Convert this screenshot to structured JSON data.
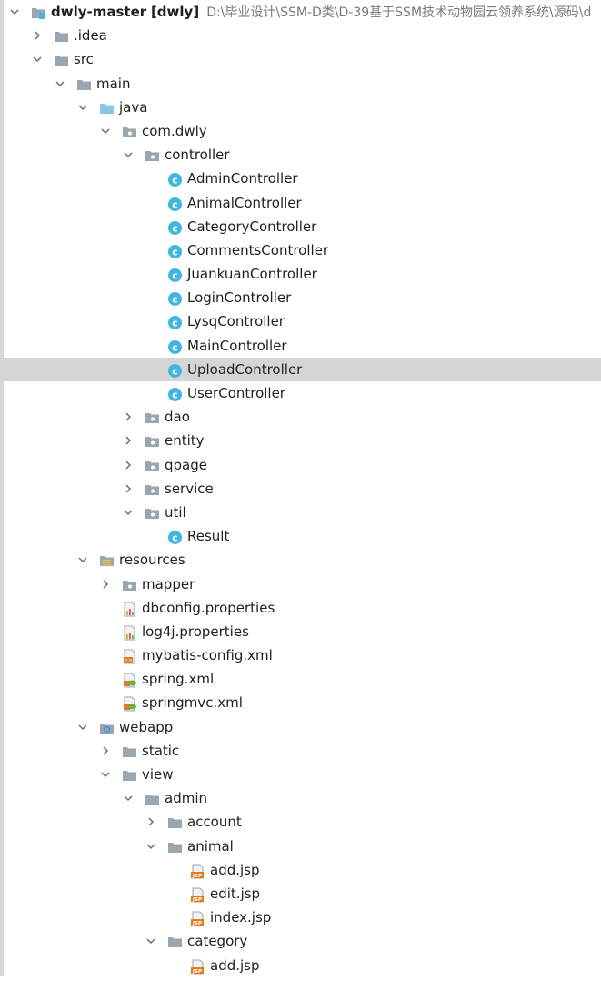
{
  "project": {
    "name": "dwly-master",
    "module_tag": "[dwly]",
    "path": "D:\\毕业设计\\SSM-D类\\D-39基于SSM技术动物园云领养系统\\源码\\d"
  },
  "tree": [
    {
      "depth": 0,
      "label": "dwly-master [dwly]",
      "icon": "module-folder-icon",
      "state": "open",
      "root": true
    },
    {
      "depth": 1,
      "label": ".idea",
      "icon": "folder-icon",
      "state": "closed"
    },
    {
      "depth": 1,
      "label": "src",
      "icon": "folder-icon",
      "state": "open"
    },
    {
      "depth": 2,
      "label": "main",
      "icon": "folder-icon",
      "state": "open"
    },
    {
      "depth": 3,
      "label": "java",
      "icon": "source-folder-icon",
      "state": "open"
    },
    {
      "depth": 4,
      "label": "com.dwly",
      "icon": "package-icon",
      "state": "open"
    },
    {
      "depth": 5,
      "label": "controller",
      "icon": "package-icon",
      "state": "open"
    },
    {
      "depth": 6,
      "label": "AdminController",
      "icon": "class-icon",
      "state": "leaf"
    },
    {
      "depth": 6,
      "label": "AnimalController",
      "icon": "class-icon",
      "state": "leaf"
    },
    {
      "depth": 6,
      "label": "CategoryController",
      "icon": "class-icon",
      "state": "leaf"
    },
    {
      "depth": 6,
      "label": "CommentsController",
      "icon": "class-icon",
      "state": "leaf"
    },
    {
      "depth": 6,
      "label": "JuankuanController",
      "icon": "class-icon",
      "state": "leaf"
    },
    {
      "depth": 6,
      "label": "LoginController",
      "icon": "class-icon",
      "state": "leaf"
    },
    {
      "depth": 6,
      "label": "LysqController",
      "icon": "class-icon",
      "state": "leaf"
    },
    {
      "depth": 6,
      "label": "MainController",
      "icon": "class-icon",
      "state": "leaf"
    },
    {
      "depth": 6,
      "label": "UploadController",
      "icon": "class-icon",
      "state": "leaf",
      "selected": true
    },
    {
      "depth": 6,
      "label": "UserController",
      "icon": "class-icon",
      "state": "leaf"
    },
    {
      "depth": 5,
      "label": "dao",
      "icon": "package-icon",
      "state": "closed"
    },
    {
      "depth": 5,
      "label": "entity",
      "icon": "package-icon",
      "state": "closed"
    },
    {
      "depth": 5,
      "label": "qpage",
      "icon": "package-icon",
      "state": "closed"
    },
    {
      "depth": 5,
      "label": "service",
      "icon": "package-icon",
      "state": "closed"
    },
    {
      "depth": 5,
      "label": "util",
      "icon": "package-icon",
      "state": "open"
    },
    {
      "depth": 6,
      "label": "Result",
      "icon": "class-icon",
      "state": "leaf"
    },
    {
      "depth": 3,
      "label": "resources",
      "icon": "resources-folder-icon",
      "state": "open"
    },
    {
      "depth": 4,
      "label": "mapper",
      "icon": "package-icon",
      "state": "closed"
    },
    {
      "depth": 4,
      "label": "dbconfig.properties",
      "icon": "properties-file-icon",
      "state": "leaf"
    },
    {
      "depth": 4,
      "label": "log4j.properties",
      "icon": "properties-file-icon",
      "state": "leaf"
    },
    {
      "depth": 4,
      "label": "mybatis-config.xml",
      "icon": "xml-file-icon",
      "state": "leaf"
    },
    {
      "depth": 4,
      "label": "spring.xml",
      "icon": "spring-xml-file-icon",
      "state": "leaf"
    },
    {
      "depth": 4,
      "label": "springmvc.xml",
      "icon": "spring-xml-file-icon",
      "state": "leaf"
    },
    {
      "depth": 3,
      "label": "webapp",
      "icon": "web-folder-icon",
      "state": "open"
    },
    {
      "depth": 4,
      "label": "static",
      "icon": "folder-icon",
      "state": "closed"
    },
    {
      "depth": 4,
      "label": "view",
      "icon": "folder-icon",
      "state": "open"
    },
    {
      "depth": 5,
      "label": "admin",
      "icon": "folder-icon",
      "state": "open"
    },
    {
      "depth": 6,
      "label": "account",
      "icon": "folder-icon",
      "state": "closed"
    },
    {
      "depth": 6,
      "label": "animal",
      "icon": "folder-icon",
      "state": "open"
    },
    {
      "depth": 7,
      "label": "add.jsp",
      "icon": "jsp-file-icon",
      "state": "leaf"
    },
    {
      "depth": 7,
      "label": "edit.jsp",
      "icon": "jsp-file-icon",
      "state": "leaf"
    },
    {
      "depth": 7,
      "label": "index.jsp",
      "icon": "jsp-file-icon",
      "state": "leaf"
    },
    {
      "depth": 6,
      "label": "category",
      "icon": "folder-icon",
      "state": "open"
    },
    {
      "depth": 7,
      "label": "add.jsp",
      "icon": "jsp-file-icon",
      "state": "leaf"
    }
  ],
  "colors": {
    "selection": "#d5d5d5",
    "folder": "#9aa7b0",
    "class_badge": "#40b6e0",
    "source_folder": "#87c8e8",
    "jsp_orange": "#e07b20"
  }
}
